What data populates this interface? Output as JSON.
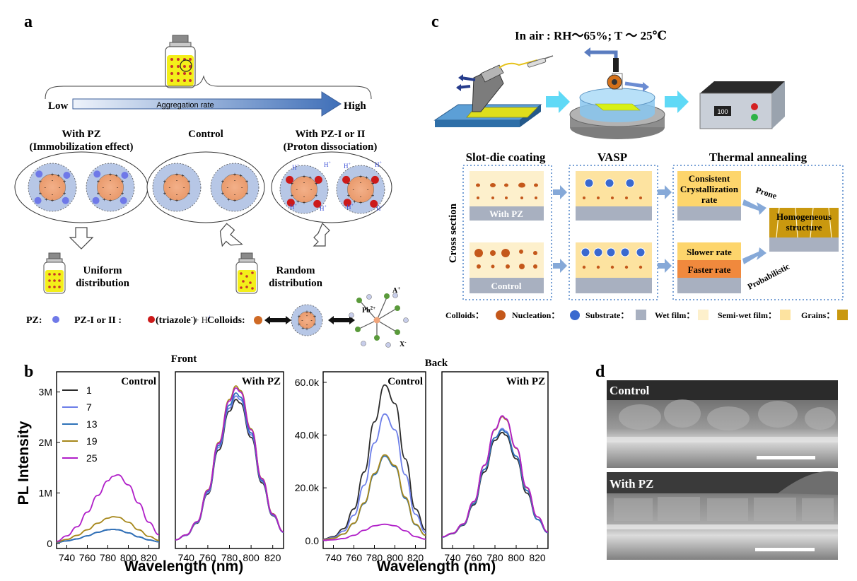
{
  "panels": {
    "a": "a",
    "b": "b",
    "c": "c",
    "d": "d"
  },
  "panel_a": {
    "scale": {
      "low": "Low",
      "high": "High",
      "arrow": "Aggregation rate"
    },
    "groups": [
      {
        "line1": "With PZ",
        "line2": "(Immobilization effect)"
      },
      {
        "line1": "Control",
        "line2": ""
      },
      {
        "line1": "With PZ-I or II",
        "line2": "(Proton dissociation)"
      }
    ],
    "proton_label": "H",
    "outcome_uniform": {
      "line1": "Uniform",
      "line2": "distribution"
    },
    "outcome_random": {
      "line1": "Random",
      "line2": "distribution"
    },
    "legend": {
      "pz": "PZ:",
      "pz_i": "PZ-I or II :",
      "triazole": "(triazole",
      "h_plus": "+ H",
      "colloids": "Colloids:",
      "pb": "Pb",
      "a": "A",
      "x": "X"
    },
    "colors": {
      "pz": "#6f79e8",
      "triazole": "#cc1a1a",
      "colloid": "#cf6a25",
      "bottle_fill": "#f3ef1a",
      "dot": "#c8352a"
    }
  },
  "panel_b": {
    "front_label": "Front",
    "back_label": "Back",
    "ylabel": "PL Intensity",
    "xlabel": "Wavelength (nm)",
    "subplot_titles": [
      "Control",
      "With PZ",
      "Control",
      "With PZ"
    ],
    "legend": [
      "1",
      "7",
      "13",
      "19",
      "25"
    ]
  },
  "chart_data": [
    {
      "type": "line",
      "title": "Control",
      "xlabel": "Wavelength (nm)",
      "ylabel": "PL Intensity",
      "xlim": [
        730,
        830
      ],
      "ylim": [
        -0.1,
        3.4
      ],
      "yticks": [
        "0",
        "1M",
        "2M",
        "3M"
      ],
      "ytick_values": [
        0,
        1,
        2,
        3
      ],
      "xticks": [
        "740",
        "760",
        "780",
        "800",
        "820"
      ],
      "x": [
        730,
        740,
        750,
        760,
        770,
        780,
        785,
        790,
        800,
        810,
        820,
        830
      ],
      "series": [
        {
          "name": "1",
          "color": "#2b2b2b",
          "values": [
            0.02,
            0.05,
            0.09,
            0.15,
            0.22,
            0.27,
            0.28,
            0.27,
            0.21,
            0.13,
            0.07,
            0.03
          ]
        },
        {
          "name": "7",
          "color": "#6b7de8",
          "values": [
            0.02,
            0.05,
            0.09,
            0.15,
            0.22,
            0.27,
            0.28,
            0.27,
            0.21,
            0.13,
            0.07,
            0.03
          ]
        },
        {
          "name": "13",
          "color": "#2e72b8",
          "values": [
            0.02,
            0.05,
            0.09,
            0.15,
            0.22,
            0.27,
            0.28,
            0.27,
            0.21,
            0.13,
            0.07,
            0.03
          ]
        },
        {
          "name": "19",
          "color": "#a6871a",
          "values": [
            0.03,
            0.08,
            0.16,
            0.27,
            0.4,
            0.5,
            0.53,
            0.52,
            0.42,
            0.27,
            0.14,
            0.06
          ]
        },
        {
          "name": "25",
          "color": "#b01ec8",
          "values": [
            0.04,
            0.15,
            0.33,
            0.62,
            0.95,
            1.24,
            1.33,
            1.36,
            1.16,
            0.8,
            0.42,
            0.17
          ]
        }
      ]
    },
    {
      "type": "line",
      "title": "With PZ",
      "xlabel": "Wavelength (nm)",
      "xlim": [
        730,
        830
      ],
      "ylim": [
        -0.1,
        3.4
      ],
      "xticks": [
        "740",
        "760",
        "780",
        "800",
        "820"
      ],
      "x": [
        730,
        740,
        750,
        760,
        770,
        780,
        786,
        790,
        800,
        810,
        820,
        830
      ],
      "series": [
        {
          "name": "1",
          "color": "#2b2b2b",
          "values": [
            0.07,
            0.16,
            0.4,
            0.98,
            1.85,
            2.62,
            2.85,
            2.78,
            2.1,
            1.2,
            0.55,
            0.22
          ]
        },
        {
          "name": "7",
          "color": "#6b7de8",
          "values": [
            0.07,
            0.16,
            0.41,
            1.0,
            1.9,
            2.68,
            2.92,
            2.85,
            2.15,
            1.23,
            0.56,
            0.22
          ]
        },
        {
          "name": "13",
          "color": "#2e72b8",
          "values": [
            0.07,
            0.17,
            0.42,
            1.03,
            1.94,
            2.74,
            2.98,
            2.9,
            2.19,
            1.25,
            0.57,
            0.23
          ]
        },
        {
          "name": "19",
          "color": "#a6871a",
          "values": [
            0.07,
            0.17,
            0.43,
            1.06,
            2.0,
            2.85,
            3.12,
            3.03,
            2.27,
            1.29,
            0.59,
            0.23
          ]
        },
        {
          "name": "25",
          "color": "#b01ec8",
          "values": [
            0.07,
            0.17,
            0.43,
            1.05,
            1.98,
            2.82,
            3.08,
            3.0,
            2.25,
            1.28,
            0.58,
            0.23
          ]
        }
      ]
    },
    {
      "type": "line",
      "title": "Control",
      "xlim": [
        730,
        830
      ],
      "ylim": [
        -3,
        64
      ],
      "yticks": [
        "0.0",
        "20.0k",
        "40.0k",
        "60.0k"
      ],
      "ytick_values": [
        0,
        20,
        40,
        60
      ],
      "xticks": [
        "740",
        "760",
        "780",
        "800",
        "820"
      ],
      "x": [
        730,
        740,
        750,
        760,
        770,
        780,
        790,
        800,
        810,
        820,
        830
      ],
      "series": [
        {
          "name": "1",
          "color": "#2b2b2b",
          "values": [
            0.5,
            1.5,
            4.5,
            12,
            26,
            45,
            59,
            52,
            31,
            12,
            4
          ]
        },
        {
          "name": "7",
          "color": "#6b7de8",
          "values": [
            0.4,
            1.2,
            3.6,
            9.6,
            21,
            37,
            48,
            42,
            25,
            10,
            3
          ]
        },
        {
          "name": "13",
          "color": "#2e72b8",
          "values": [
            0.3,
            0.9,
            2.5,
            6.5,
            14,
            25,
            32,
            28,
            16,
            6,
            2
          ]
        },
        {
          "name": "19",
          "color": "#a6871a",
          "values": [
            0.3,
            0.9,
            2.5,
            6.6,
            14.3,
            25.5,
            32.5,
            28.5,
            16.5,
            6.2,
            2
          ]
        },
        {
          "name": "25",
          "color": "#b01ec8",
          "values": [
            0.1,
            0.3,
            0.8,
            2.0,
            3.9,
            5.6,
            6.2,
            5.6,
            3.7,
            1.5,
            0.5
          ]
        }
      ]
    },
    {
      "type": "line",
      "title": "With PZ",
      "xlim": [
        730,
        830
      ],
      "ylim": [
        -3,
        64
      ],
      "xticks": [
        "740",
        "760",
        "780",
        "800",
        "820"
      ],
      "x": [
        730,
        740,
        750,
        760,
        770,
        780,
        787,
        790,
        800,
        810,
        820,
        830
      ],
      "series": [
        {
          "name": "1",
          "color": "#2b2b2b",
          "values": [
            1.3,
            2.6,
            5.8,
            13.5,
            26,
            38,
            41,
            40,
            31,
            18,
            8,
            3
          ]
        },
        {
          "name": "7",
          "color": "#6b7de8",
          "values": [
            1.3,
            2.7,
            6.0,
            14,
            27,
            39,
            42.5,
            41.5,
            32,
            19,
            8,
            3
          ]
        },
        {
          "name": "13",
          "color": "#2e72b8",
          "values": [
            1.3,
            2.7,
            6.0,
            14,
            27,
            39,
            42,
            41,
            32,
            19,
            8,
            3
          ]
        },
        {
          "name": "19",
          "color": "#a6871a",
          "values": [
            1.4,
            2.8,
            6.3,
            14.7,
            28.5,
            42,
            47,
            46,
            35,
            20,
            9,
            3.2
          ]
        },
        {
          "name": "25",
          "color": "#b01ec8",
          "values": [
            1.4,
            2.8,
            6.3,
            14.8,
            28.6,
            42.2,
            47.3,
            46.3,
            35.2,
            20.2,
            9,
            3.2
          ]
        }
      ]
    }
  ],
  "panel_c": {
    "condition": "In air : RH～65%; T ～ 25℃",
    "stages": [
      "Slot-die coating",
      "VASP",
      "Thermal annealing"
    ],
    "cross_section": "Cross section",
    "row_labels": [
      "With PZ",
      "Control"
    ],
    "annealing": {
      "consistent": [
        "Consistent",
        "Crystallization",
        "rate"
      ],
      "slower": "Slower rate",
      "faster": "Faster rate",
      "homogeneous": [
        "Homogeneous",
        "structure"
      ],
      "prone": "Prone",
      "probabilistic": "Probabilistic"
    },
    "display": "100",
    "legend": [
      "Colloids：",
      "Nucleation：",
      "Substrate：",
      "Wet film：",
      "Semi-wet film：",
      "Grains："
    ]
  },
  "panel_d": {
    "labels": [
      "Control",
      "With PZ"
    ]
  }
}
